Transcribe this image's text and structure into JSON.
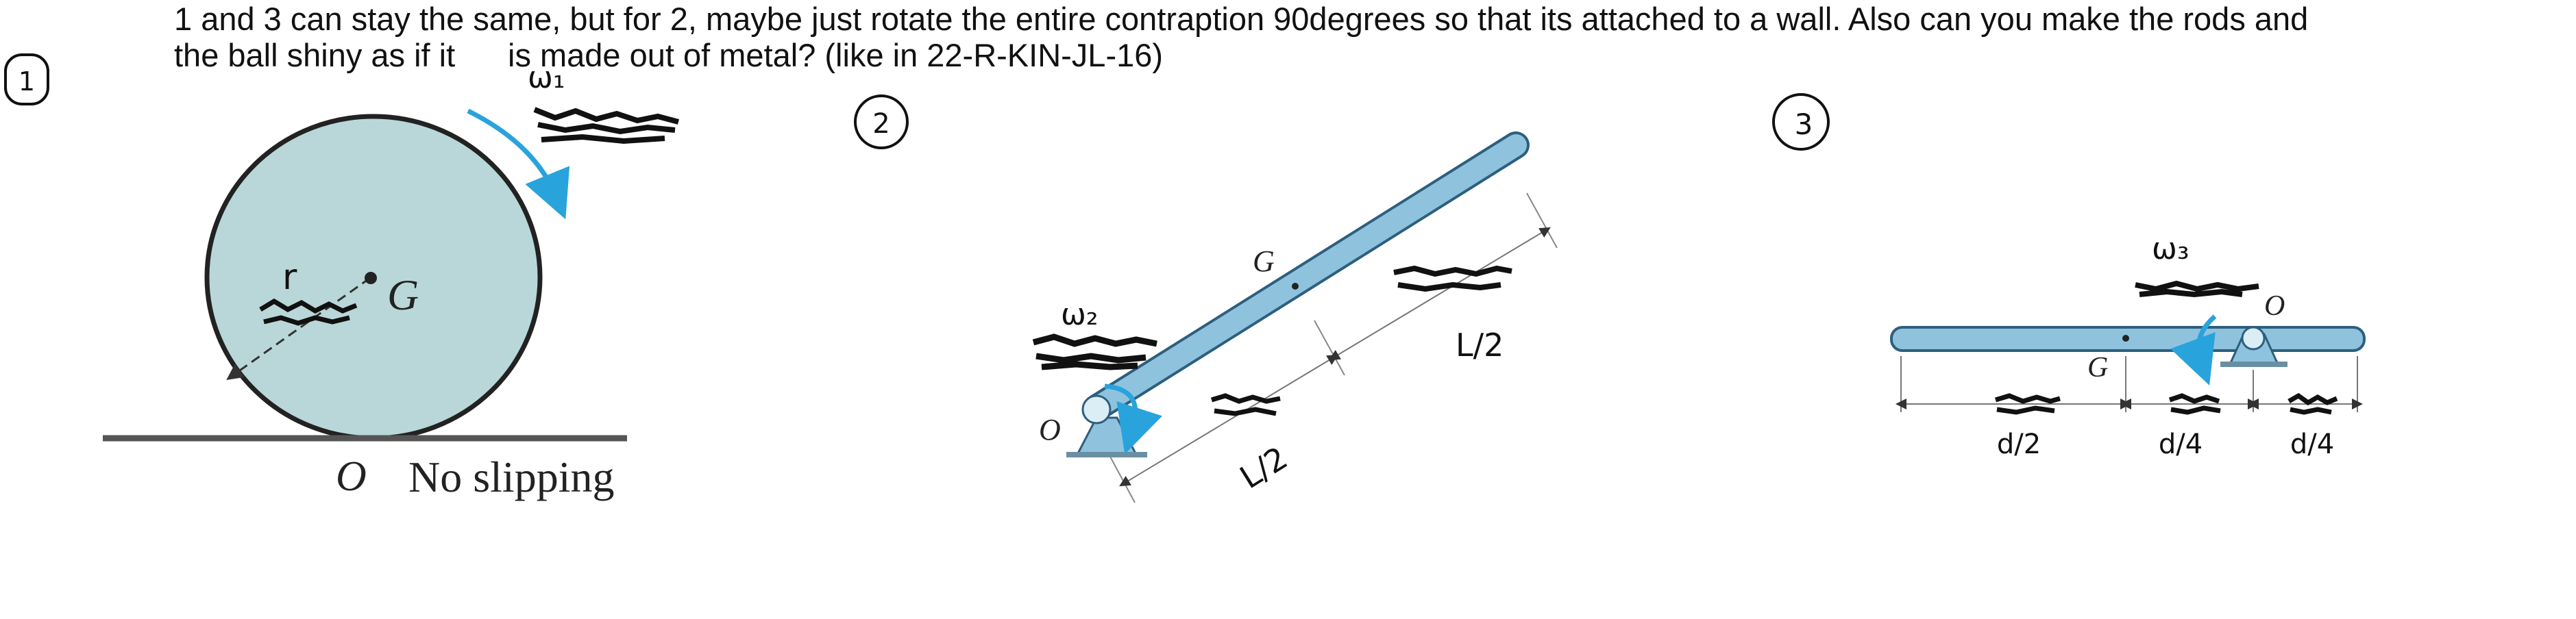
{
  "note": {
    "line1": "1 and 3 can stay the same, but for 2, maybe just rotate the entire contraption 90degrees so that its attached to a wall. Also can you make the rods and",
    "line2a": "the ball shiny as if it",
    "line2b": "is made out of metal? (like in 22-R-KIN-JL-16)"
  },
  "figure1": {
    "marker": "1",
    "omega_label": "ω₁",
    "radius_label": "r",
    "center_label": "G",
    "contact_label": "O",
    "caption": "No slipping"
  },
  "figure2": {
    "marker": "2",
    "omega_label": "ω₂",
    "center_label": "G",
    "pivot_label": "O",
    "half_length_lower": "L/2",
    "half_length_upper": "L/2"
  },
  "figure3": {
    "marker": "3",
    "omega_label": "ω₃",
    "pivot_label": "O",
    "center_label": "G",
    "dim_left": "d/2",
    "dim_middle": "d/4",
    "dim_right": "d/4"
  },
  "colors": {
    "body_fill": "#b9d7d8",
    "rod_fill": "#8fc3dd",
    "arrow": "#29a3dc",
    "ink": "#111111"
  }
}
